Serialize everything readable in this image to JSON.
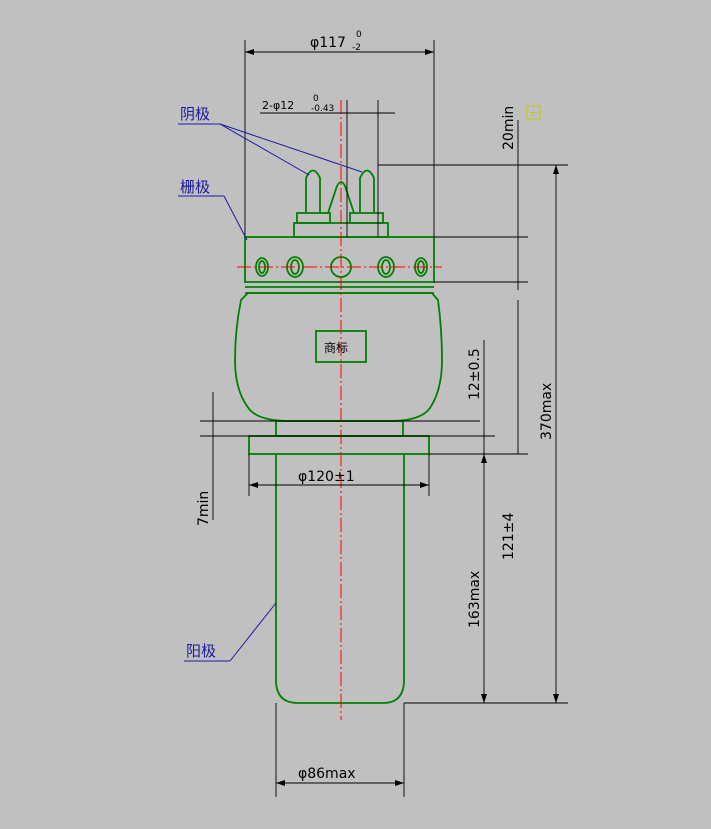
{
  "labels": {
    "cathode": "阴极",
    "grid": "栅极",
    "anode": "阳极",
    "trademark": "商标"
  },
  "dimensions": {
    "top_width": "φ117",
    "top_width_upper_tol": "0",
    "top_width_lower_tol": "-2",
    "pin_spec": "2-φ12",
    "pin_upper_tol": "0",
    "pin_lower_tol": "-0.43",
    "pin_clearance": "20min",
    "total_height": "370max",
    "flange_thickness": "12±0.5",
    "flange_diameter": "φ120±1",
    "anode_to_flange": "121±4",
    "anode_length": "163max",
    "flange_gap": "7min",
    "anode_diameter": "φ86max"
  },
  "colors": {
    "background": "#c0c0c0",
    "outline": "#008000",
    "centerline": "#ff0000",
    "leader": "#1a1aa0"
  }
}
